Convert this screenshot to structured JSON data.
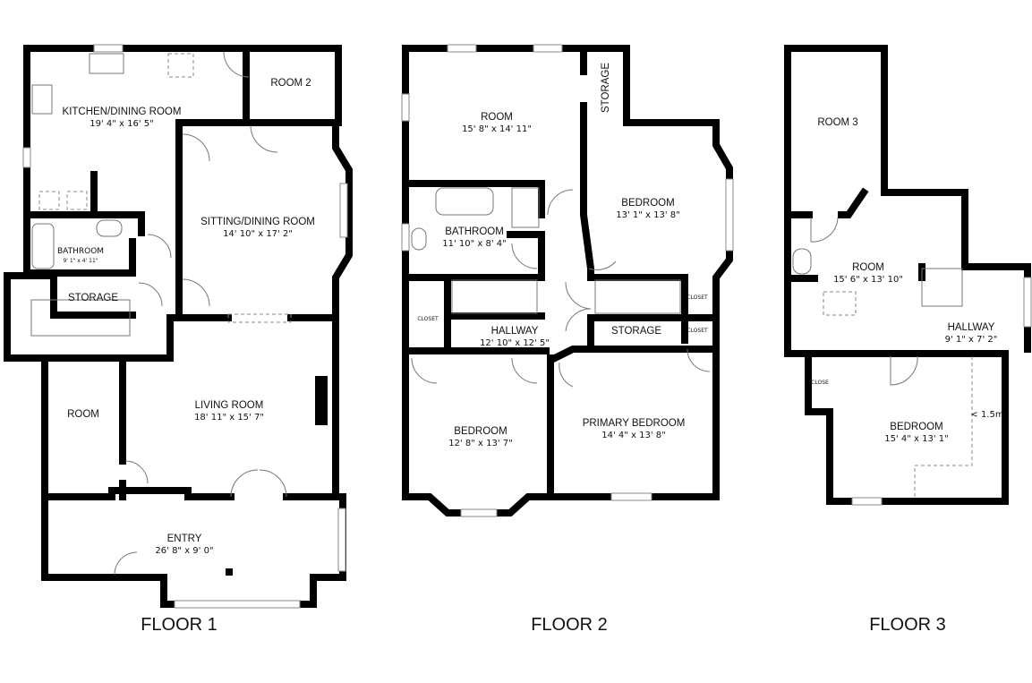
{
  "floors": [
    {
      "label": "FLOOR 1",
      "rooms": [
        {
          "name": "KITCHEN/DINING ROOM",
          "size": "19' 4\" x 16' 5\""
        },
        {
          "name": "ROOM 2"
        },
        {
          "name": "SITTING/DINING ROOM",
          "size": "14' 10\" x 17' 2\""
        },
        {
          "name": "BATHROOM",
          "size": "9' 1\" x 4' 11\""
        },
        {
          "name": "STORAGE"
        },
        {
          "name": "ROOM"
        },
        {
          "name": "LIVING ROOM",
          "size": "18' 11\" x 15' 7\""
        },
        {
          "name": "ENTRY",
          "size": "26' 8\" x 9' 0\""
        }
      ]
    },
    {
      "label": "FLOOR 2",
      "rooms": [
        {
          "name": "ROOM",
          "size": "15' 8\" x 14' 11\""
        },
        {
          "name": "STORAGE"
        },
        {
          "name": "BEDROOM",
          "size": "13' 1\" x 13' 8\""
        },
        {
          "name": "BATHROOM",
          "size": "11' 10\" x 8' 4\""
        },
        {
          "name": "CLOSET"
        },
        {
          "name": "HALLWAY",
          "size": "12' 10\" x 12' 5\""
        },
        {
          "name": "STORAGE"
        },
        {
          "name": "CLOSET"
        },
        {
          "name": "CLOSET"
        },
        {
          "name": "BEDROOM",
          "size": "12' 8\" x 13' 7\""
        },
        {
          "name": "PRIMARY BEDROOM",
          "size": "14' 4\" x 13' 8\""
        }
      ]
    },
    {
      "label": "FLOOR 3",
      "rooms": [
        {
          "name": "ROOM 3"
        },
        {
          "name": "ROOM",
          "size": "15' 6\" x 13' 10\""
        },
        {
          "name": "HALLWAY",
          "size": "9' 1\" x 7' 2\""
        },
        {
          "name": "CLOSE"
        },
        {
          "name": "BEDROOM",
          "size": "15' 4\" x 13' 1\""
        }
      ],
      "annotation": "< 1.5m"
    }
  ]
}
